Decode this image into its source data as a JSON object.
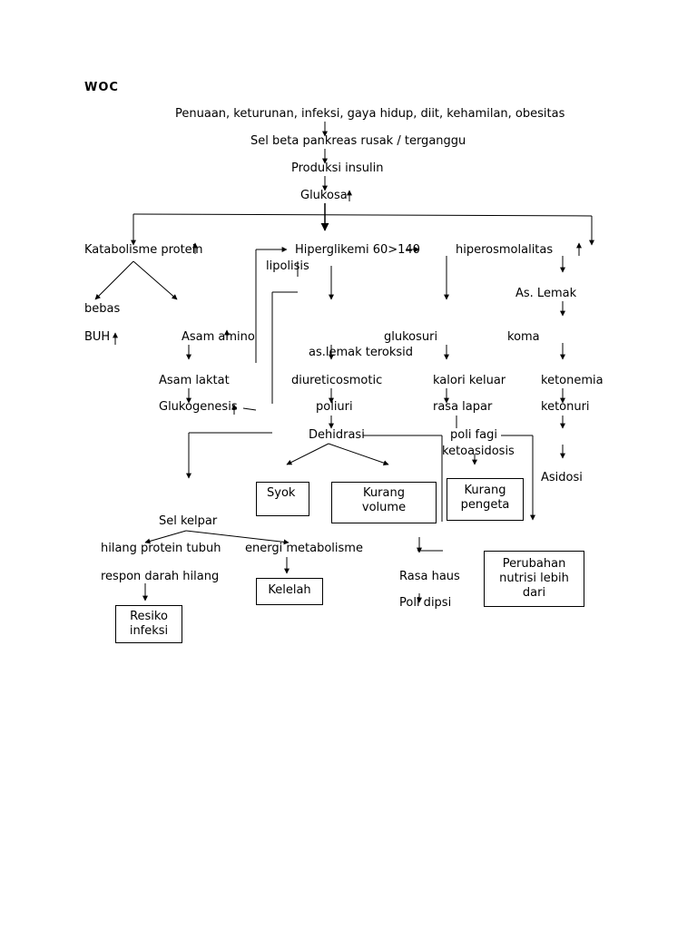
{
  "title": "WOC",
  "nodes": {
    "causes": "Penuaan, keturunan, infeksi, gaya hidup, diit, kehamilan, obesitas",
    "beta_cells": "Sel beta pankreas rusak / terganggu",
    "insulin": "Produksi insulin",
    "glucose": "Glukosa",
    "protein_catabolism": "Katabolisme protein",
    "hyperglycemia": "Hiperglikemi 60>140",
    "hyperosmolality": "hiperosmolalitas",
    "lipolysis": "lipolisis",
    "fatty_acid": "As. Lemak",
    "free": "bebas",
    "buh": "BUH",
    "amino_acid": "Asam amino",
    "glucosuria": "glukosuri",
    "coma": "koma",
    "oxidized_fat": "as.lemak teroksid",
    "lactic_acid": "Asam laktat",
    "osmotic_diuretic": "diureticosmotic",
    "calories_out": "kalori keluar",
    "ketonemia": "ketonemia",
    "gluconeogenesis": "Glukogenesis",
    "polyuria": "poliuri",
    "hunger": "rasa lapar",
    "ketonuria": "ketonuri",
    "dehydration": "Dehidrasi",
    "polyphagia": "poli fagi",
    "ketoacidosis": "ketoasidosis",
    "acidosis": "Asidosi",
    "starving_cells": "Sel kelpar",
    "protein_loss": "hilang protein tubuh",
    "energy_metabolism": "energi metabolisme",
    "immune_loss": "respon darah hilang",
    "thirst": "Rasa haus",
    "polydipsia": "Poli dipsi"
  },
  "boxes": {
    "shock": "Syok",
    "volume_deficit": "Kurang volume",
    "knowledge_deficit": "Kurang pengeta",
    "nutrition_change": "Perubahan nutrisi lebih dari",
    "fatigue": "Kelelah",
    "infection_risk": "Resiko infeksi"
  }
}
